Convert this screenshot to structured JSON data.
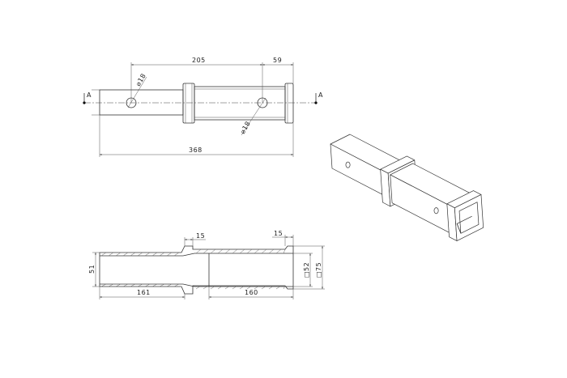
{
  "top_view": {
    "section_label_left": "A",
    "section_label_right": "A",
    "dim_hole_spacing": "205",
    "dim_hole_to_end": "59",
    "dim_overall_length": "368",
    "hole_dia_left": "⌀18",
    "hole_dia_right": "⌀18"
  },
  "section_view": {
    "dim_flange_left": "15",
    "dim_flange_right": "15",
    "dim_small_tube": "51",
    "dim_inner_square": "□52",
    "dim_outer_square": "□75",
    "dim_small_length": "161",
    "dim_large_length": "160"
  },
  "iso_view": {
    "shape": "square receiver tube with two collars and two pin holes"
  },
  "colors": {
    "line": "#333333",
    "background": "#ffffff"
  }
}
